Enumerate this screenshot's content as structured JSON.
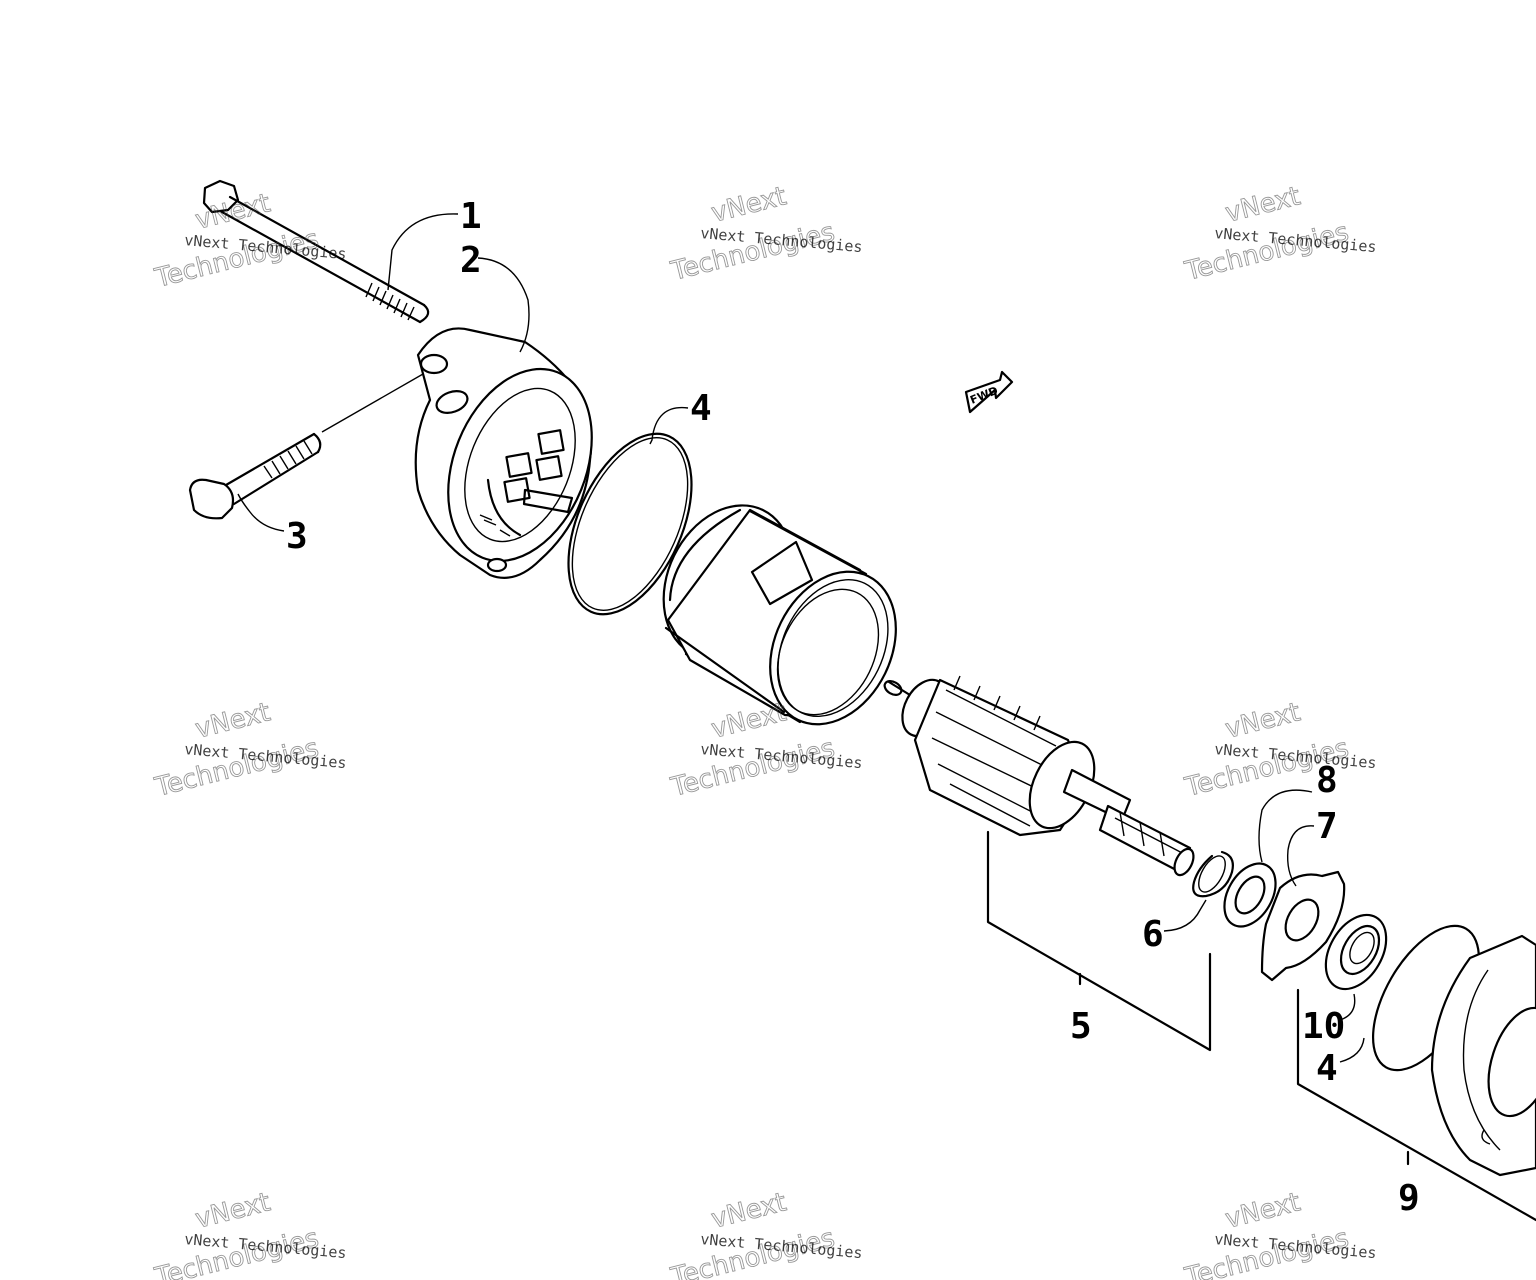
{
  "callouts": {
    "c1": "1",
    "c2": "2",
    "c3": "3",
    "c4a": "4",
    "c4b": "4",
    "c5": "5",
    "c6": "6",
    "c7": "7",
    "c8": "8",
    "c9": "9",
    "c10": "10"
  },
  "direction_arrow": {
    "label": "FWD"
  },
  "watermark": {
    "line1": "vNext Technologies",
    "line2": "Technologies",
    "line3": "vNext"
  }
}
